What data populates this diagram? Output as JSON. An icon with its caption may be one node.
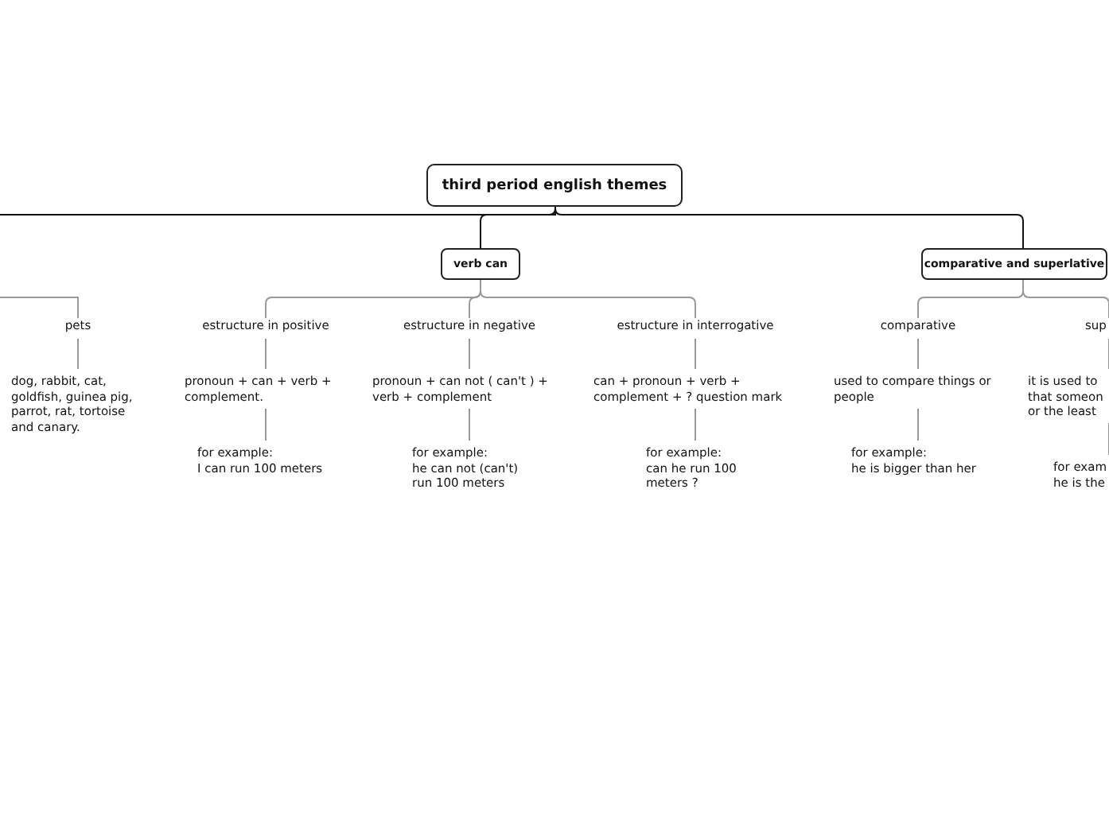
{
  "diagram": {
    "nodes": [
      {
        "text": [
          "third period english themes"
        ]
      },
      {
        "text": [
          "verb can"
        ]
      },
      {
        "text": [
          "comparative and superlative"
        ]
      },
      {
        "text": [
          "pets"
        ]
      },
      {
        "text": [
          "dog, rabbit, cat, goldfish, guinea pig, parrot, rat, tortoise and canary."
        ]
      },
      {
        "text": [
          "estructure in positive"
        ]
      },
      {
        "text": [
          "pronoun + can + verb + complement."
        ]
      },
      {
        "text": [
          "for example:",
          "I can run 100 meters"
        ]
      },
      {
        "text": [
          "estructure in negative"
        ]
      },
      {
        "text": [
          "pronoun + can not ( can't ) + verb + complement"
        ]
      },
      {
        "text": [
          "for example:",
          "he can not (can't) run 100 meters"
        ]
      },
      {
        "text": [
          "estructure in interrogative"
        ]
      },
      {
        "text": [
          "can + pronoun + verb + complement + ? question mark"
        ]
      },
      {
        "text": [
          "for example:",
          "can he run 100 meters ?"
        ]
      },
      {
        "text": [
          "comparative"
        ]
      },
      {
        "text": [
          "used to compare things or people"
        ]
      },
      {
        "text": [
          "for example:",
          "he is bigger than her"
        ]
      },
      {
        "text": [
          "sup"
        ]
      },
      {
        "text": [
          "it is used to that someon or the least"
        ]
      },
      {
        "text": [
          "for exam",
          "he is the"
        ]
      }
    ],
    "edges": [
      {
        "from": 0,
        "to": null,
        "arrow": "none",
        "color": "#111111"
      },
      {
        "from": 0,
        "to": 1,
        "arrow": "none",
        "color": "#111111"
      },
      {
        "from": 0,
        "to": 2,
        "arrow": "none",
        "color": "#111111"
      },
      {
        "from": null,
        "to": 3,
        "arrow": "none"
      },
      {
        "from": 3,
        "to": 4,
        "arrow": "none"
      },
      {
        "from": 1,
        "to": 5,
        "arrow": "none"
      },
      {
        "from": 1,
        "to": 8,
        "arrow": "none"
      },
      {
        "from": 1,
        "to": 11,
        "arrow": "none"
      },
      {
        "from": 5,
        "to": 6,
        "arrow": "none"
      },
      {
        "from": 6,
        "to": 7,
        "arrow": "none"
      },
      {
        "from": 8,
        "to": 9,
        "arrow": "none"
      },
      {
        "from": 9,
        "to": 10,
        "arrow": "none"
      },
      {
        "from": 11,
        "to": 12,
        "arrow": "none"
      },
      {
        "from": 12,
        "to": 13,
        "arrow": "none"
      },
      {
        "from": 2,
        "to": 14,
        "arrow": "none"
      },
      {
        "from": 2,
        "to": 17,
        "arrow": "none"
      },
      {
        "from": 14,
        "to": 15,
        "arrow": "none"
      },
      {
        "from": 15,
        "to": 16,
        "arrow": "none"
      },
      {
        "from": 17,
        "to": 18,
        "arrow": "none"
      },
      {
        "from": 18,
        "to": 19,
        "arrow": "none"
      }
    ]
  }
}
